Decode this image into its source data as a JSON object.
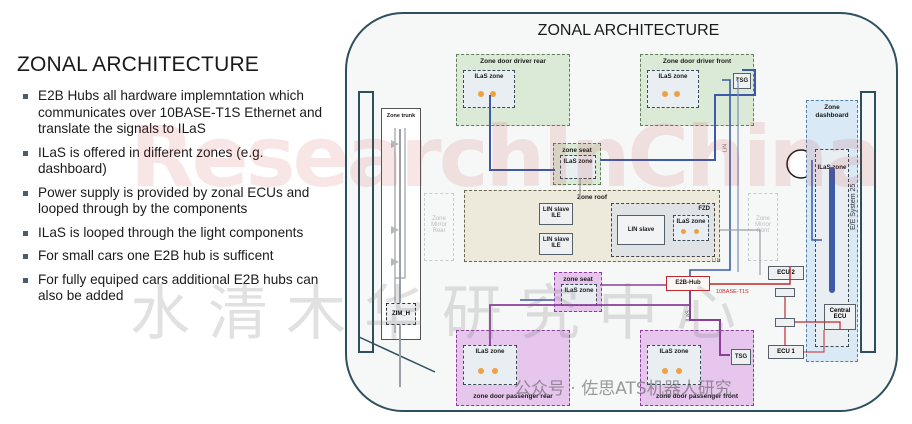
{
  "left": {
    "title": "ZONAL ARCHITECTURE",
    "bullets": [
      "E2B Hubs all hardware implemntation which communicates over 10BASE-T1S Ethernet and translate the signals to ILaS",
      "ILaS is offered in different zones (e.g. dashboard)",
      "Power supply is provided by zonal ECUs and looped through by the components",
      "ILaS is looped through the light components",
      "For small cars one E2B hub is sufficent",
      "For fully equiped cars additional E2B hubs can also be added"
    ]
  },
  "diagram": {
    "title": "ZONAL ARCHITECTURE",
    "zone_trunk": "Zone trunk",
    "zim": "ZIM_H",
    "zone_door_driver_rear": "Zone door driver rear",
    "zone_door_driver_front": "Zone door driver front",
    "ilas_zone": "ILaS zone",
    "tsg": "TSG",
    "zone_seat": "zone seat",
    "zone_roof": "Zone roof",
    "lin_slave_ile": [
      "LIN slave",
      "ILE"
    ],
    "lin_slave": "LIN slave",
    "fzd": "FZD",
    "zone_mirror_rear": [
      "Zone",
      "Mirror",
      "Rear"
    ],
    "zone_mirror_front": [
      "Zone",
      "Mirror",
      "front"
    ],
    "zone_dashboard": "Zone dashboard",
    "ee_system": "E/E System 25",
    "lin": "LIN",
    "ilas": "ILaS",
    "e2b_hub": "E2B-Hub",
    "base_t1s": "10BASE-T1S",
    "ecu2": "ECU 2",
    "ecu1": "ECU 1",
    "central_ecu": "Central ECU",
    "zone_door_passenger_rear": "zone door passenger rear",
    "zone_door_passenger_front": "zone door passenger front"
  },
  "watermarks": {
    "brand": "ResearchInChina",
    "chinese": "水清木华研究中心",
    "wechat": "公众号 · 佐思ATS机器人研究"
  },
  "colors": {
    "frame": "#2d4f5e",
    "hub_red": "#c0282d",
    "ilas_blue": "#3c5aa8",
    "ilas_purple": "#8a3d99"
  }
}
